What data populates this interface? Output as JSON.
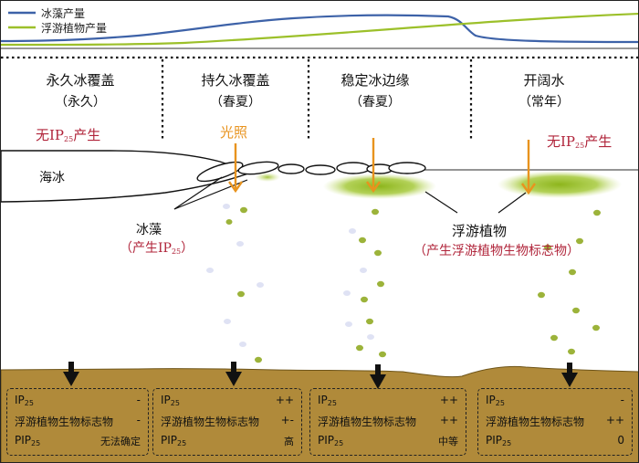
{
  "legend": {
    "ice_algae": {
      "label": "冰藻产量",
      "color": "#3d62a8"
    },
    "phyto": {
      "label": "浮游植物产量",
      "color": "#9cc02a"
    }
  },
  "zones": [
    {
      "name": "永久冰覆盖",
      "season": "（永久）"
    },
    {
      "name": "持久冰覆盖",
      "season": "（春夏）"
    },
    {
      "name": "稳定冰边缘",
      "season": "（春夏）"
    },
    {
      "name": "开阔水",
      "season": "（常年）"
    }
  ],
  "notes": {
    "no_ip25_left_prefix": "无IP",
    "no_ip25_left_sub": "25",
    "no_ip25_left_suffix": "产生",
    "light": "光照",
    "no_ip25_right_prefix": "无IP",
    "no_ip25_right_sub": "25",
    "no_ip25_right_suffix": "产生",
    "sea_ice": "海冰",
    "ice_algae_label": "冰藻",
    "ice_algae_prod_prefix": "（产生IP",
    "ice_algae_prod_sub": "25",
    "ice_algae_prod_suffix": "）",
    "phyto_label": "浮游植物",
    "phyto_prod": "（产生浮游植物生物标志物）"
  },
  "colors": {
    "sediment": "#b08a3a",
    "phyto_bloom": "#9cc02a",
    "arrow_light": "#e8931e",
    "ice_particle": "#dfe2f4",
    "phyto_particle": "#9cb33a",
    "text_red": "#b0243a"
  },
  "boxes": [
    {
      "ip_key": "IP",
      "ip_sub": "25",
      "ip_val": "-",
      "bio_key": "浮游植物生物标志物",
      "bio_val": "-",
      "pip_key": "PIP",
      "pip_sub": "25",
      "pip_val": "无法确定"
    },
    {
      "ip_key": "IP",
      "ip_sub": "25",
      "ip_val": "++",
      "bio_key": "浮游植物生物标志物",
      "bio_val": "+-",
      "pip_key": "PIP",
      "pip_sub": "25",
      "pip_val": "高"
    },
    {
      "ip_key": "IP",
      "ip_sub": "25",
      "ip_val": "++",
      "bio_key": "浮游植物生物标志物",
      "bio_val": "++",
      "pip_key": "PIP",
      "pip_sub": "25",
      "pip_val": "中等"
    },
    {
      "ip_key": "IP",
      "ip_sub": "25",
      "ip_val": "-",
      "bio_key": "浮游植物生物标志物",
      "bio_val": "++",
      "pip_key": "PIP",
      "pip_sub": "25",
      "pip_val": "0"
    }
  ]
}
